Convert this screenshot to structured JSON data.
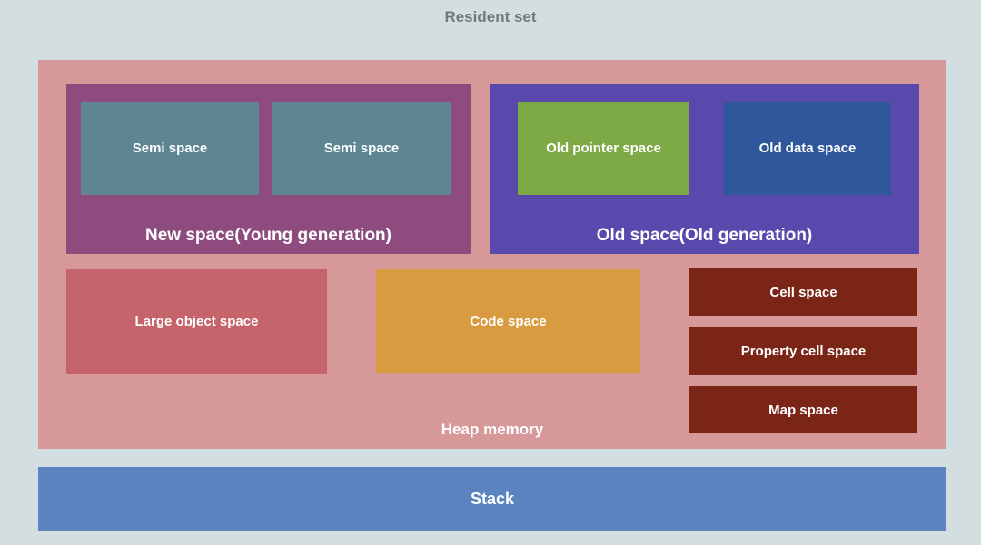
{
  "diagram": {
    "title": "Resident set",
    "heap": {
      "label": "Heap memory",
      "new_space": {
        "label": "New space(Young generation)",
        "semi_space_1": "Semi space",
        "semi_space_2": "Semi space"
      },
      "old_space": {
        "label": "Old space(Old generation)",
        "old_pointer_space": "Old pointer space",
        "old_data_space": "Old data space"
      },
      "large_object_space": "Large object space",
      "code_space": "Code space",
      "cell_space": "Cell space",
      "property_cell_space": "Property cell space",
      "map_space": "Map space"
    },
    "stack": "Stack"
  },
  "colors": {
    "background": "#d3dee1",
    "title_text": "#74777b",
    "label_text": "#ffffff",
    "heap": "#d69899",
    "new_space": "#8d4b7e",
    "semi_space": "#5d8592",
    "old_space": "#5a49ac",
    "old_pointer_space": "#7daa45",
    "old_data_space": "#30579c",
    "large_object_space": "#c5646a",
    "code_space": "#d99b40",
    "cell_space": "#7b2517",
    "property_cell_space": "#7b2517",
    "map_space": "#7b2517",
    "stack": "#5b83c0"
  }
}
